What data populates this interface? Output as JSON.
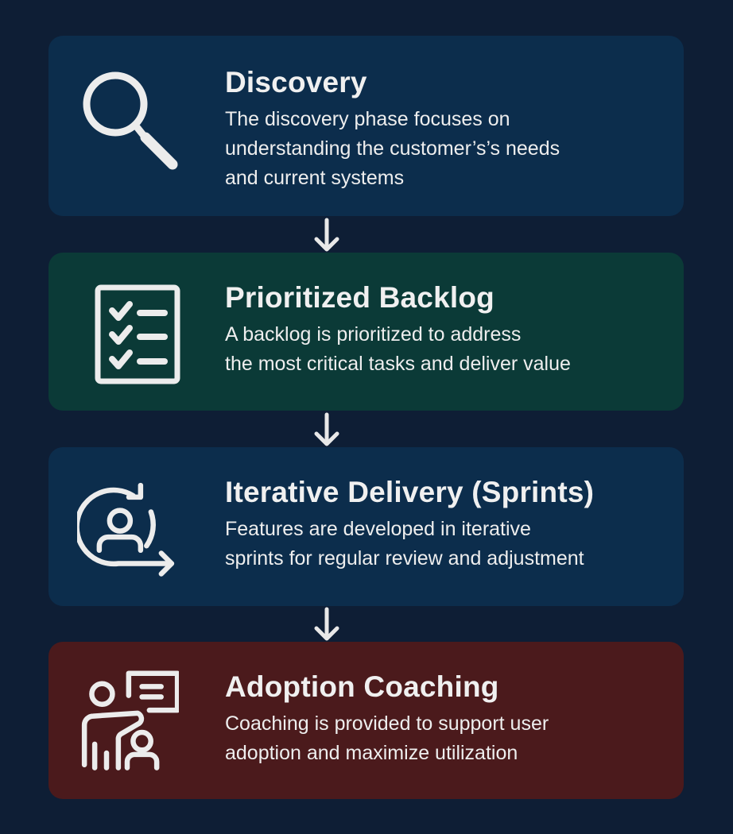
{
  "colors": {
    "background": "#0e1e35",
    "icon_stroke": "#ececec",
    "arrow": "#e8e8e8"
  },
  "steps": [
    {
      "id": "discovery",
      "icon": "magnifying-glass-icon",
      "color": "#0c2d4c",
      "title": "Discovery",
      "description_lines": [
        "The discovery phase focuses on",
        "understanding the customer’s’s needs",
        "and current systems"
      ]
    },
    {
      "id": "prioritized-backlog",
      "icon": "checklist-icon",
      "color": "#0b3a37",
      "title": "Prioritized Backlog",
      "description_lines": [
        "A backlog is prioritized to address",
        "the most critical tasks and deliver value"
      ]
    },
    {
      "id": "iterative-delivery",
      "icon": "iteration-cycle-user-icon",
      "color": "#0c2d4c",
      "title": "Iterative Delivery (Sprints)",
      "description_lines": [
        "Features are developed in iterative",
        "sprints for regular review and adjustment"
      ]
    },
    {
      "id": "adoption-coaching",
      "icon": "presenter-coaching-icon",
      "color": "#4b1a1c",
      "title": "Adoption Coaching",
      "description_lines": [
        "Coaching is provided to support user",
        "adoption and maximize utilization"
      ]
    }
  ],
  "connectors": [
    {
      "from": "discovery",
      "to": "prioritized-backlog",
      "icon": "arrow-down-icon"
    },
    {
      "from": "prioritized-backlog",
      "to": "iterative-delivery",
      "icon": "arrow-down-icon"
    },
    {
      "from": "iterative-delivery",
      "to": "adoption-coaching",
      "icon": "arrow-down-icon"
    }
  ]
}
